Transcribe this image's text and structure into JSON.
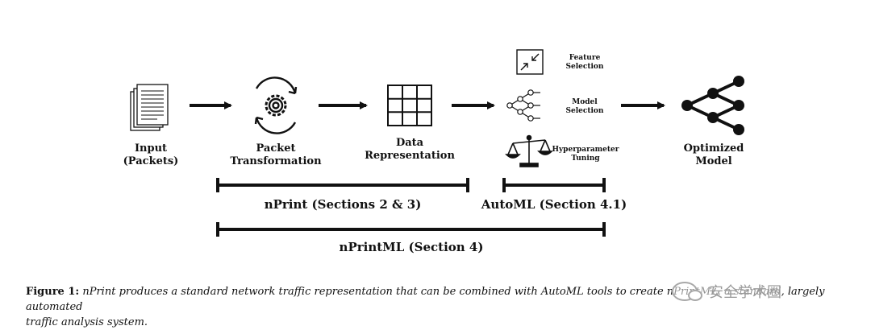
{
  "stages": {
    "input": "Input\n(Packets)",
    "packet_transformation": "Packet\nTransformation",
    "data_representation": "Data\nRepresentation",
    "optimized_model": "Optimized\nModel"
  },
  "automl_items": {
    "feature_selection": "Feature\nSelection",
    "model_selection": "Model\nSelection",
    "hyperparameter_tuning": "Hyperparameter\nTuning"
  },
  "brackets": {
    "nprint": "nPrint (Sections 2 & 3)",
    "automl": "AutoML (Section 4.1)",
    "nprintml": "nPrintML (Section 4)"
  },
  "caption": {
    "label": "Figure 1:",
    "line1": "nPrint produces a standard network traffic representation that can be combined with AutoML tools to create nPrintML, a standard, largely automated",
    "line2": "traffic analysis system."
  },
  "watermark": {
    "text": "安全学术圈"
  },
  "icons": {
    "input": "document-stack-icon",
    "packet_transformation": "gear-cycle-icon",
    "data_representation": "grid-icon",
    "feature_selection": "collapse-arrows-icon",
    "model_selection": "network-tree-icon",
    "hyperparameter_tuning": "balance-scale-icon",
    "optimized_model": "neural-network-icon"
  },
  "colors": {
    "ink": "#111111",
    "watermark": "#9a9a9a"
  }
}
